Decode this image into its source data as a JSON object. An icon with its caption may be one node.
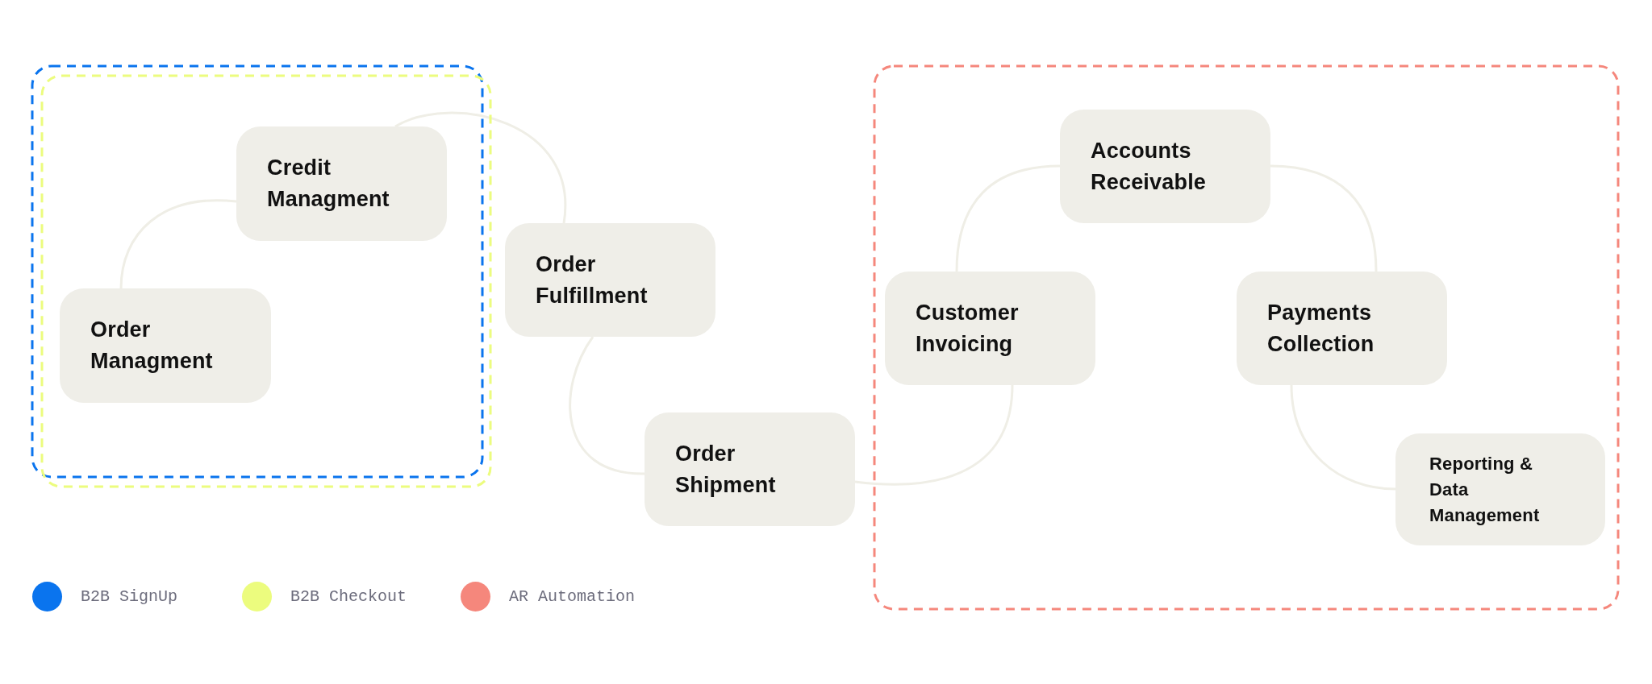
{
  "diagram": {
    "nodes": [
      {
        "text": [
          "Credit Managment"
        ]
      },
      {
        "text": [
          "Order Managment"
        ]
      },
      {
        "text": [
          "Order Fulfillment"
        ]
      },
      {
        "text": [
          "Order Shipment"
        ]
      },
      {
        "text": [
          "Accounts Receivable"
        ]
      },
      {
        "text": [
          "Customer Invoicing"
        ]
      },
      {
        "text": [
          "Payments Collection"
        ]
      },
      {
        "text": [
          "Reporting & Data Management"
        ]
      }
    ],
    "edges": [
      {
        "from": 1,
        "to": 0,
        "arrow": "none"
      },
      {
        "from": 0,
        "to": 2,
        "arrow": "none"
      },
      {
        "from": 2,
        "to": 3,
        "arrow": "none"
      },
      {
        "from": 3,
        "to": 5,
        "arrow": "none"
      },
      {
        "from": 5,
        "to": 4,
        "arrow": "none"
      },
      {
        "from": 4,
        "to": 6,
        "arrow": "none"
      },
      {
        "from": 6,
        "to": 7,
        "arrow": "none"
      }
    ],
    "legend": [
      {
        "text": "B2B SignUp",
        "color": "#0a74ee"
      },
      {
        "text": "B2B Checkout",
        "color": "#ecfc7e"
      },
      {
        "text": "AR Automation",
        "color": "#f5877c"
      }
    ]
  }
}
